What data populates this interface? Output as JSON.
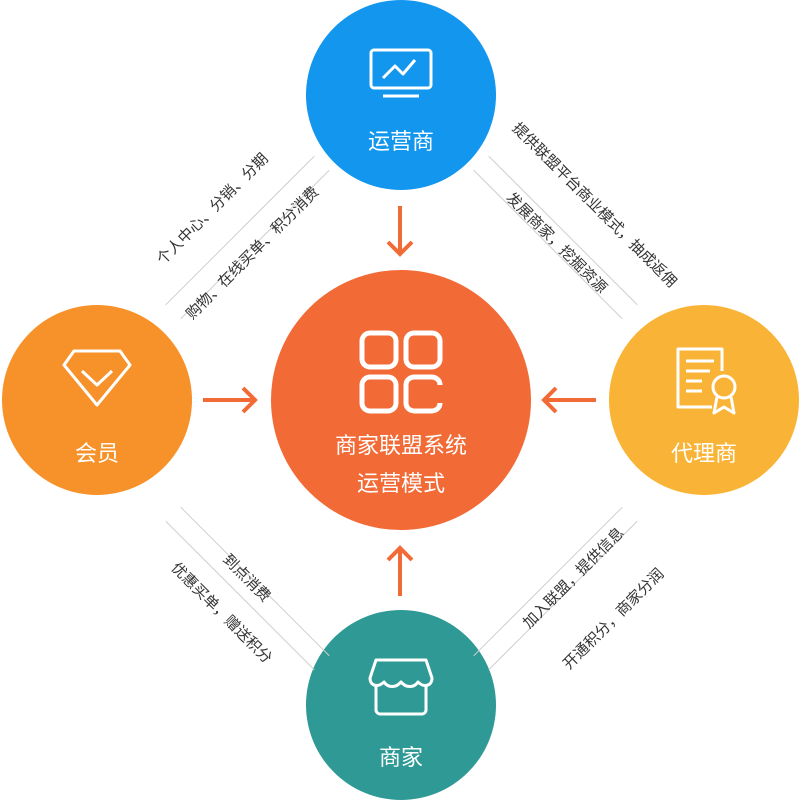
{
  "center": {
    "title": "商家联盟系统",
    "subtitle": "运营模式",
    "icon": "grid-apps-icon",
    "color": "#F26A35"
  },
  "nodes": {
    "top": {
      "label": "运营商",
      "icon": "monitor-chart-icon",
      "color": "#1296EE"
    },
    "left": {
      "label": "会员",
      "icon": "diamond-icon",
      "color": "#F7922B"
    },
    "right": {
      "label": "代理商",
      "icon": "certificate-icon",
      "color": "#F9B437"
    },
    "bottom": {
      "label": "商家",
      "icon": "storefront-icon",
      "color": "#2F9A95"
    }
  },
  "edges": {
    "top_left": {
      "line1": "个人中心、分销、分期",
      "line2": "购物、在线买单、积分消费"
    },
    "top_right": {
      "line1": "提供联盟平台商业模式，抽成返佣",
      "line2": "发展商家，挖掘资源"
    },
    "bottom_left": {
      "line1": "到点消费",
      "line2": "优惠买单，赠送积分"
    },
    "bottom_right": {
      "line1": "加入联盟，提供信息",
      "line2": "开通积分，商家分润"
    }
  }
}
